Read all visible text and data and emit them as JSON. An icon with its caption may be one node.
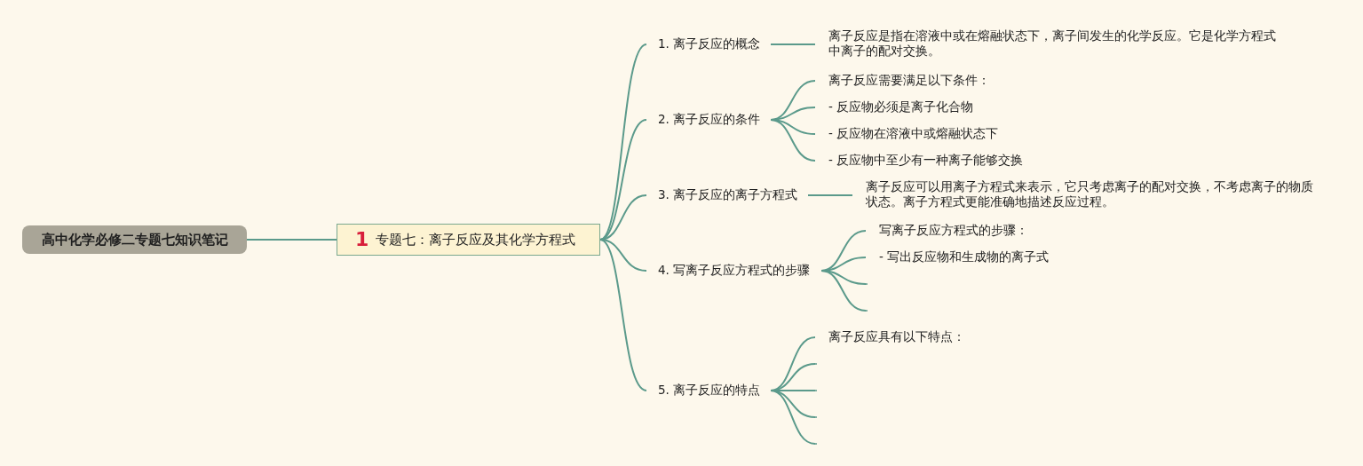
{
  "diagram": {
    "nodes": [
      {
        "text": [
          "高中化学必修二专题七知识笔记"
        ]
      },
      {
        "text": [
          "1",
          "专题七：离子反应及其化学方程式"
        ]
      },
      {
        "text": [
          "1. 离子反应的概念"
        ]
      },
      {
        "text": [
          "离子反应是指在溶液中或在熔融状态下，离子间发生的化学反应。它是化学方程式中离子的配对交换。"
        ]
      },
      {
        "text": [
          "2. 离子反应的条件"
        ]
      },
      {
        "text": [
          "离子反应需要满足以下条件："
        ]
      },
      {
        "text": [
          "- 反应物必须是离子化合物"
        ]
      },
      {
        "text": [
          "- 反应物在溶液中或熔融状态下"
        ]
      },
      {
        "text": [
          "- 反应物中至少有一种离子能够交换"
        ]
      },
      {
        "text": [
          "3. 离子反应的离子方程式"
        ]
      },
      {
        "text": [
          "离子反应可以用离子方程式来表示，它只考虑离子的配对交换，不考虑离子的物质状态。离子方程式更能准确地描述反应过程。"
        ]
      },
      {
        "text": [
          "4. 写离子反应方程式的步骤"
        ]
      },
      {
        "text": [
          "写离子反应方程式的步骤："
        ]
      },
      {
        "text": [
          "- 写出反应物和生成物的离子式"
        ]
      },
      {
        "text": [
          "5. 离子反应的特点"
        ]
      },
      {
        "text": [
          "离子反应具有以下特点："
        ]
      },
      {
        "text": [],
        "shape": "point"
      },
      {
        "text": [],
        "shape": "point"
      },
      {
        "text": [],
        "shape": "point"
      },
      {
        "text": [],
        "shape": "point"
      },
      {
        "text": [],
        "shape": "point"
      },
      {
        "text": [],
        "shape": "point"
      }
    ],
    "edges": [
      {
        "from": 0,
        "to": 1,
        "arrow": "none"
      },
      {
        "from": 1,
        "to": 2,
        "arrow": "none"
      },
      {
        "from": 1,
        "to": 4,
        "arrow": "none"
      },
      {
        "from": 1,
        "to": 9,
        "arrow": "none"
      },
      {
        "from": 1,
        "to": 11,
        "arrow": "none"
      },
      {
        "from": 1,
        "to": 14,
        "arrow": "none"
      },
      {
        "from": 2,
        "to": 3,
        "arrow": "none"
      },
      {
        "from": 4,
        "to": 5,
        "arrow": "none"
      },
      {
        "from": 4,
        "to": 6,
        "arrow": "none"
      },
      {
        "from": 4,
        "to": 7,
        "arrow": "none"
      },
      {
        "from": 4,
        "to": 8,
        "arrow": "none"
      },
      {
        "from": 9,
        "to": 10,
        "arrow": "none"
      },
      {
        "from": 11,
        "to": 12,
        "arrow": "none"
      },
      {
        "from": 11,
        "to": 13,
        "arrow": "none"
      },
      {
        "from": 11,
        "to": 16,
        "arrow": "none"
      },
      {
        "from": 11,
        "to": 17,
        "arrow": "none"
      },
      {
        "from": 14,
        "to": 15,
        "arrow": "none"
      },
      {
        "from": 14,
        "to": 18,
        "arrow": "none"
      },
      {
        "from": 14,
        "to": 19,
        "arrow": "none"
      },
      {
        "from": 14,
        "to": 20,
        "arrow": "none"
      },
      {
        "from": 14,
        "to": 21,
        "arrow": "none"
      }
    ]
  }
}
